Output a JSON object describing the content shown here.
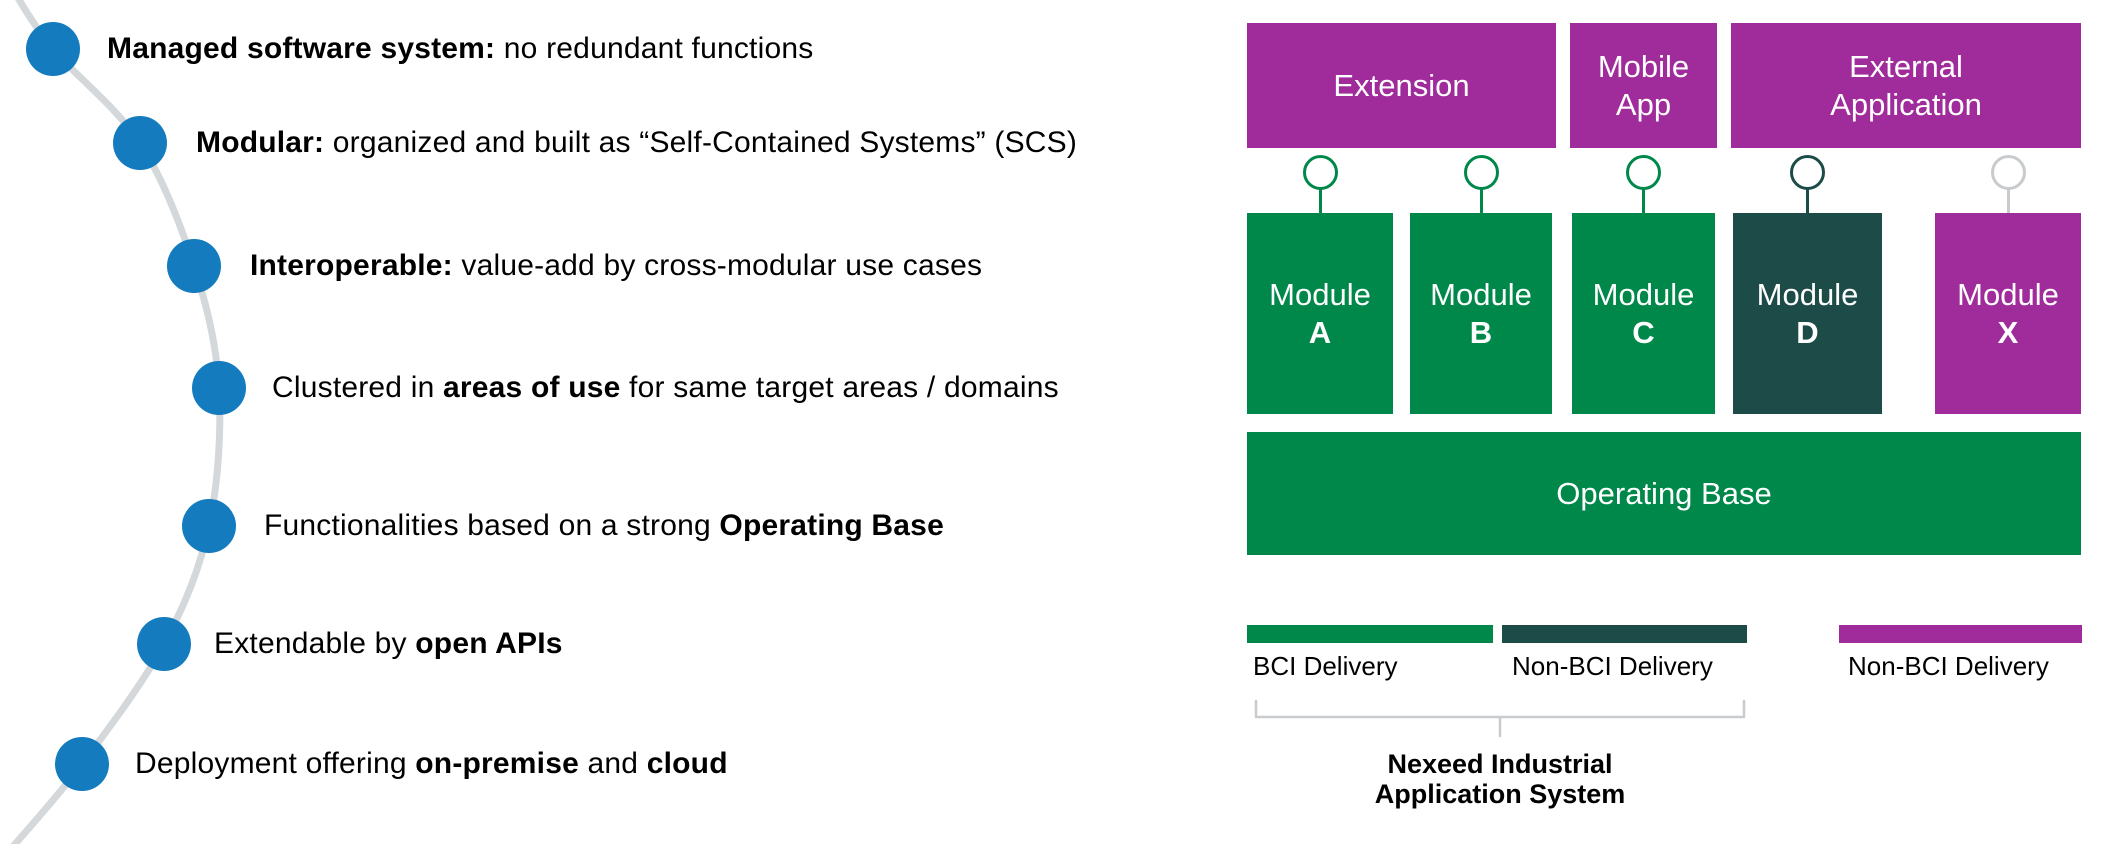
{
  "bullets": [
    {
      "bold": "Managed software system:",
      "rest": " no redundant functions"
    },
    {
      "bold": "Modular:",
      "rest": " organized and built as “Self-Contained Systems” (SCS)"
    },
    {
      "bold": "Interoperable:",
      "rest": " value-add by cross-modular use cases"
    },
    {
      "pre": "Clustered in ",
      "bold": "areas of use",
      "post": " for same target areas / domains"
    },
    {
      "pre": "Functionalities based on a strong ",
      "bold": "Operating Base"
    },
    {
      "pre": "Extendable by ",
      "bold": "open APIs"
    },
    {
      "pre": "Deployment offering ",
      "bold": "on-premise",
      "mid": " and ",
      "bold2": "cloud"
    }
  ],
  "diagram": {
    "top_boxes": [
      {
        "lines": [
          "Extension"
        ]
      },
      {
        "lines": [
          "Mobile",
          "App"
        ]
      },
      {
        "lines": [
          "External",
          "Application"
        ]
      }
    ],
    "modules": [
      {
        "word": "Module",
        "letter": "A",
        "type": "green"
      },
      {
        "word": "Module",
        "letter": "B",
        "type": "green"
      },
      {
        "word": "Module",
        "letter": "C",
        "type": "green"
      },
      {
        "word": "Module",
        "letter": "D",
        "type": "dark"
      },
      {
        "word": "Module",
        "letter": "X",
        "type": "purple"
      }
    ],
    "connectors": [
      "green",
      "green",
      "green",
      "dark",
      "gray"
    ],
    "operating_base_label": "Operating Base",
    "legend": [
      {
        "label": "BCI Delivery",
        "color": "green"
      },
      {
        "label": "Non-BCI Delivery",
        "color": "dark"
      },
      {
        "label": "Non-BCI Delivery",
        "color": "purple"
      }
    ],
    "bracket_label_line1": "Nexeed Industrial",
    "bracket_label_line2": "Application System"
  },
  "colors": {
    "green": "#00884A",
    "dark_green": "#1D4C48",
    "purple": "#A02B9B",
    "bullet_blue": "#147BBF",
    "arc_gray": "#D5D8DA",
    "connector_gray": "#C8CBCD",
    "bracket_gray": "#C9CCCE",
    "background": "#FFFFFF"
  }
}
